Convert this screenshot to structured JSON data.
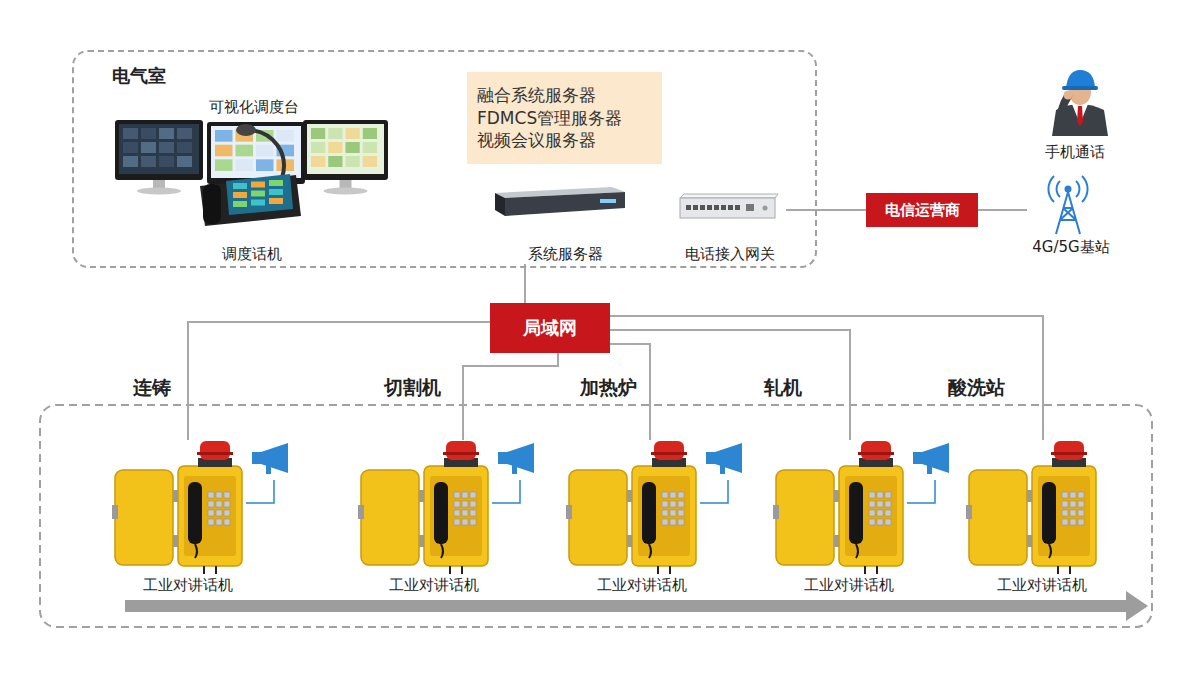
{
  "diagram": {
    "nodes": [
      {
        "text": [
          "电气室"
        ]
      },
      {
        "text": [
          "融合系统服务器 FDMCS管理服务器 视频会议服务器"
        ],
        "in": 0
      },
      {
        "text": [
          "可视化调度台"
        ],
        "in": 0
      },
      {
        "text": [
          "调度话机"
        ],
        "in": 0
      },
      {
        "text": [
          "系统服务器"
        ],
        "in": 0
      },
      {
        "text": [
          "电话接入网关"
        ],
        "in": 0
      },
      {
        "text": [
          "电信运营商"
        ]
      },
      {
        "text": [
          "手机通话"
        ]
      },
      {
        "text": [
          "4G/5G基站"
        ]
      },
      {
        "text": [
          "局域网"
        ]
      },
      {
        "text": [
          "工业对讲话机"
        ]
      },
      {
        "text": [
          "工业对讲话机"
        ]
      },
      {
        "text": [
          "工业对讲话机"
        ]
      },
      {
        "text": [
          "工业对讲话机"
        ]
      },
      {
        "text": [
          "工业对讲话机"
        ]
      }
    ],
    "edges": [
      {
        "from": 4,
        "to": 9,
        "arrow": "none"
      },
      {
        "from": 5,
        "to": 6,
        "arrow": "none"
      },
      {
        "from": 6,
        "to": 8,
        "arrow": "none"
      },
      {
        "from": 9,
        "to": 10,
        "arrow": "none"
      },
      {
        "from": 9,
        "to": 11,
        "arrow": "none"
      },
      {
        "from": 9,
        "to": 12,
        "arrow": "none"
      },
      {
        "from": 9,
        "to": 13,
        "arrow": "none"
      },
      {
        "from": 9,
        "to": 14,
        "arrow": "none"
      }
    ],
    "labels": [
      "连铸",
      "切割机",
      "加热炉",
      "轧机",
      "酸洗站"
    ]
  }
}
